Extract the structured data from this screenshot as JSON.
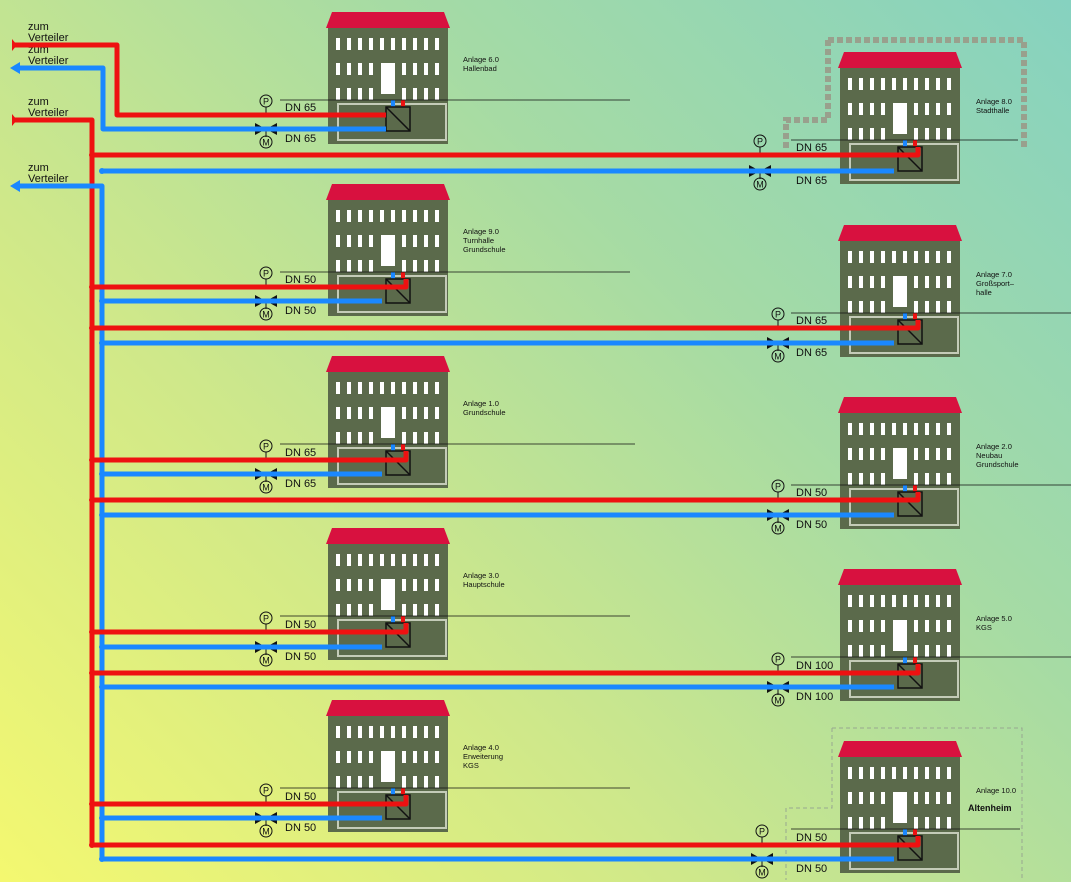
{
  "inlets": [
    {
      "line1": "zum",
      "line2": "Verteiler",
      "color": "#ee1111"
    },
    {
      "line1": "zum",
      "line2": "Verteiler",
      "color": "#1a88ff"
    },
    {
      "line1": "zum",
      "line2": "Verteiler",
      "color": "#ee1111"
    },
    {
      "line1": "zum",
      "line2": "Verteiler",
      "color": "#1a88ff"
    }
  ],
  "symbols": {
    "pressure": "P",
    "motor": "M"
  },
  "colors": {
    "supply": "#ee1111",
    "return": "#1a88ff",
    "building": "#5b6a4b",
    "roof": "#d8113f",
    "window": "#ffffff"
  },
  "plants": [
    {
      "id": "6.0",
      "name_lines": [
        "Anlage 6.0",
        "Hallenbad"
      ],
      "dn_supply": "DN 65",
      "dn_return": "DN 65"
    },
    {
      "id": "8.0",
      "name_lines": [
        "Anlage 8.0",
        "Stadthalle"
      ],
      "dn_supply": "DN 65",
      "dn_return": "DN 65"
    },
    {
      "id": "9.0",
      "name_lines": [
        "Anlage 9.0",
        "Turnhalle",
        "Grundschule"
      ],
      "dn_supply": "DN 50",
      "dn_return": "DN 50"
    },
    {
      "id": "7.0",
      "name_lines": [
        "Anlage 7.0",
        "Großsport–",
        "halle"
      ],
      "dn_supply": "DN 65",
      "dn_return": "DN 65"
    },
    {
      "id": "1.0",
      "name_lines": [
        "Anlage 1.0",
        "Grundschule"
      ],
      "dn_supply": "DN 65",
      "dn_return": "DN 65"
    },
    {
      "id": "2.0",
      "name_lines": [
        "Anlage 2.0",
        "Neubau",
        "Grundschule"
      ],
      "dn_supply": "DN 50",
      "dn_return": "DN 50"
    },
    {
      "id": "3.0",
      "name_lines": [
        "Anlage 3.0",
        "Hauptschule"
      ],
      "dn_supply": "DN 50",
      "dn_return": "DN 50"
    },
    {
      "id": "5.0",
      "name_lines": [
        "Anlage 5.0",
        "KGS"
      ],
      "dn_supply": "DN 100",
      "dn_return": "DN 100"
    },
    {
      "id": "4.0",
      "name_lines": [
        "Anlage 4.0",
        "Erweiterung",
        "KGS"
      ],
      "dn_supply": "DN 50",
      "dn_return": "DN 50"
    },
    {
      "id": "10.0",
      "name_lines": [
        "Anlage 10.0"
      ],
      "extra_label": "Altenheim",
      "dn_supply": "DN 50",
      "dn_return": "DN 50"
    }
  ]
}
